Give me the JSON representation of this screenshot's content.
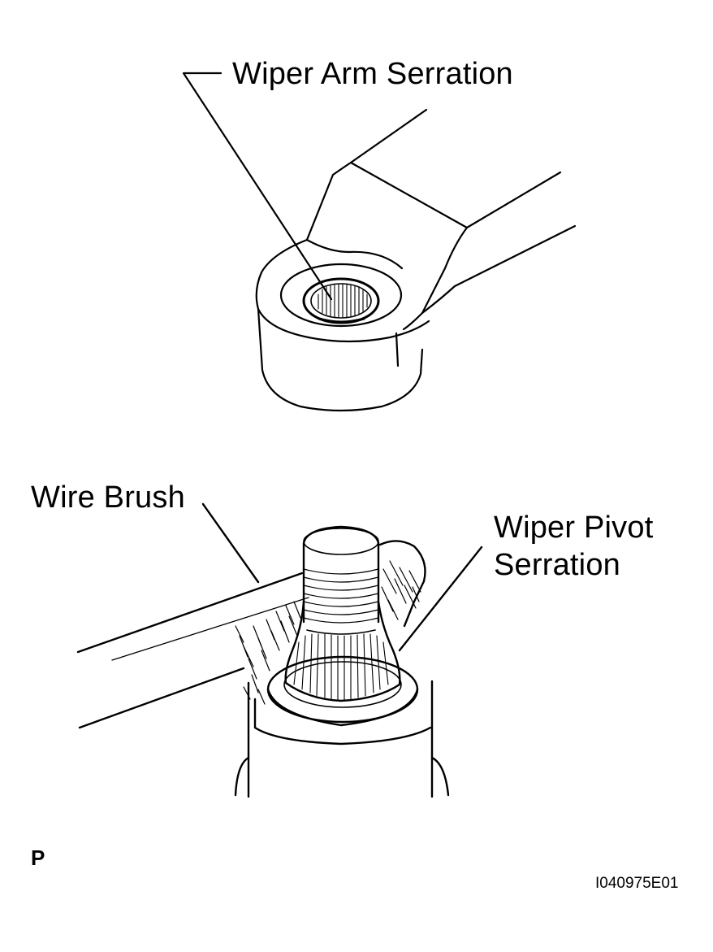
{
  "labels": {
    "wiper_arm_serration": "Wiper Arm Serration",
    "wire_brush": "Wire Brush",
    "wiper_pivot_serration_line1": "Wiper Pivot",
    "wiper_pivot_serration_line2": "Serration",
    "position_marker": "P",
    "figure_id": "I040975E01"
  },
  "colors": {
    "line": "#000000",
    "background": "#ffffff"
  }
}
